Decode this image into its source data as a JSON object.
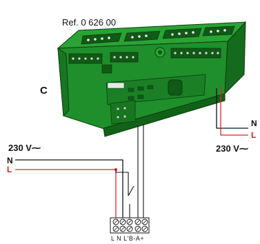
{
  "labels": {
    "reference": "Ref. 0 626 00",
    "device_letter": "C",
    "supply_right": "230 V⁓",
    "supply_left": "230 V⁓",
    "neutral_right": "N",
    "live_right": "L",
    "neutral_left": "N",
    "live_left": "L",
    "terminal_labels": "L N L'B-A+"
  },
  "colors": {
    "device_green": "#1f8f2b",
    "device_dark": "#146b1d",
    "live_wire": "#e02020",
    "neutral_wire": "#111111"
  }
}
